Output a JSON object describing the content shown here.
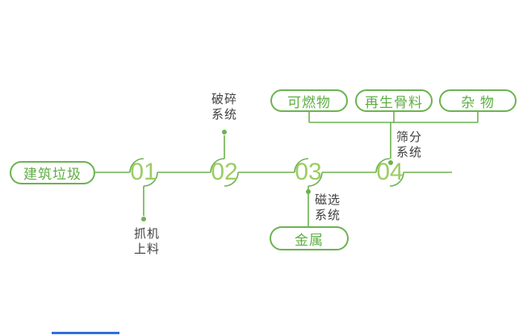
{
  "flow": {
    "source_label": "建筑垃圾",
    "steps": [
      {
        "num": "01",
        "system": "抓机\n上料"
      },
      {
        "num": "02",
        "system": "破碎\n系统"
      },
      {
        "num": "03",
        "system": "磁选\n系统",
        "output": "金属"
      },
      {
        "num": "04",
        "system": "筛分\n系统",
        "outputs": [
          "可燃物",
          "再生骨料",
          "杂 物"
        ]
      }
    ]
  },
  "colors": {
    "line_green": "#6cb350",
    "number_green": "#9ccc65",
    "label_text": "#3f3f3f",
    "bottom_bar_blue": "#2f6ede"
  }
}
